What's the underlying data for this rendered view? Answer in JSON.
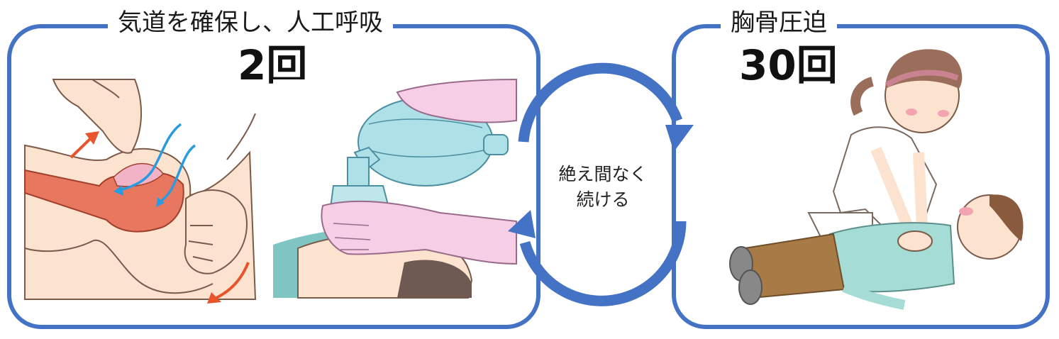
{
  "left": {
    "title": "気道を確保し、人工呼吸",
    "count": "2回"
  },
  "right": {
    "title": "胸骨圧迫",
    "count": "30回"
  },
  "cycle": {
    "line1": "絶え間なく",
    "line2": "続ける"
  },
  "colors": {
    "frame": "#4472c4",
    "airflow_arrow": "#2a9be0",
    "motion_arrow": "#e8552d"
  },
  "icons": [
    "airway-illustration",
    "bag-valve-mask-illustration",
    "cpr-illustration",
    "cycle-arrows-icon"
  ]
}
